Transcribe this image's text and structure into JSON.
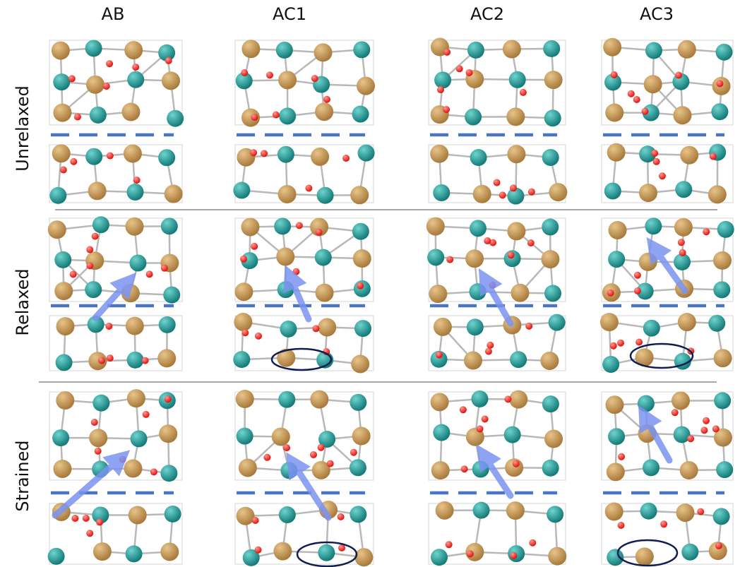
{
  "columns": [
    "AB",
    "AC1",
    "AC2",
    "AC3"
  ],
  "rows": [
    "Unrelaxed",
    "Relaxed",
    "Strained"
  ],
  "colors": {
    "cation_atom": "#a87a3b",
    "anion_atom": "#137a78",
    "oxygen_atom": "#e0100c",
    "bond": "#b8b8b8",
    "interface_dash": "#4a74c4",
    "arrow": "#7b93f0",
    "highlight_ellipse": "#0f1e50",
    "separator": "#a8a8a8"
  }
}
